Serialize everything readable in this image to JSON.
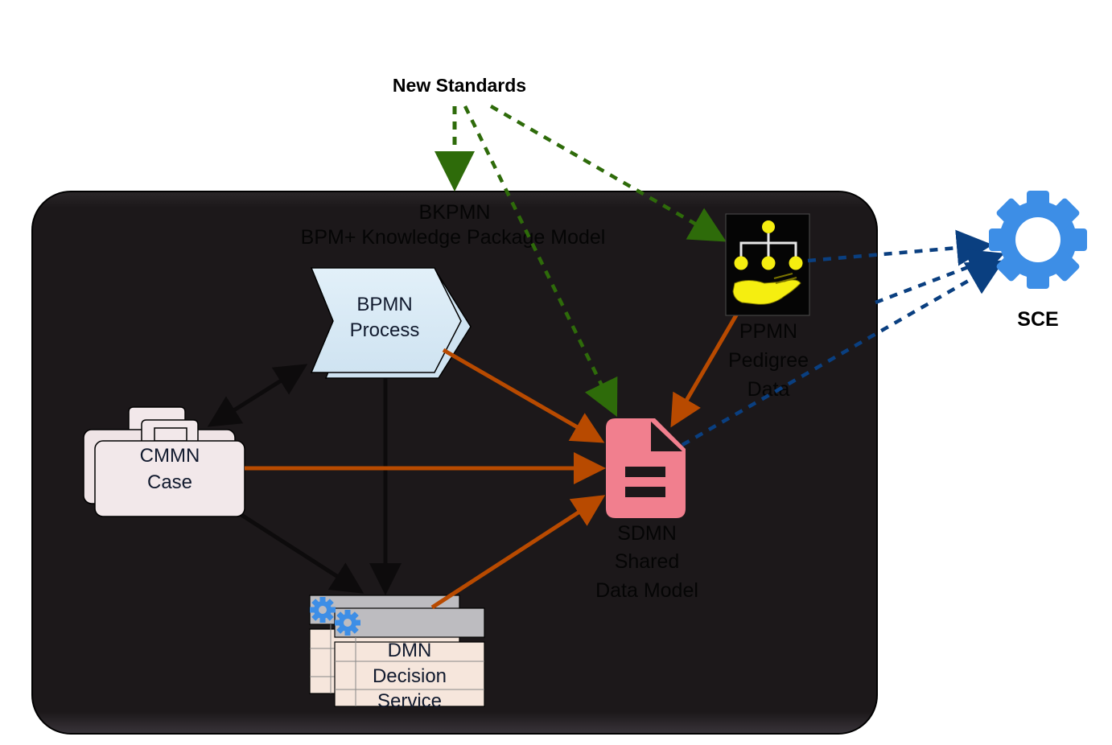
{
  "title": "New Standards",
  "container": {
    "name": "BKPMN",
    "subtitle": "BPM+ Knowledge Package Model"
  },
  "nodes": {
    "bpmn": {
      "line1": "BPMN",
      "line2": "Process",
      "icon": "process-chevron-icon"
    },
    "cmmn": {
      "line1": "CMMN",
      "line2": "Case",
      "icon": "briefcase-icon"
    },
    "dmn": {
      "line1": "DMN",
      "line2": "Decision",
      "line3": "Service",
      "icon": "decision-table-icon"
    },
    "sdmn": {
      "line1": "SDMN",
      "line2": "Shared",
      "line3": "Data Model",
      "icon": "document-icon"
    },
    "ppmn": {
      "line1": "PPMN",
      "line2": "Pedigree",
      "line3": "Data",
      "icon": "hierarchy-hand-icon"
    },
    "sce": {
      "label": "SCE",
      "icon": "gear-icon"
    }
  },
  "edges": [
    {
      "from": "New Standards",
      "to": "BKPMN",
      "style": "dashed",
      "color": "#2e6b0a"
    },
    {
      "from": "New Standards",
      "to": "SDMN",
      "style": "dashed",
      "color": "#2e6b0a"
    },
    {
      "from": "New Standards",
      "to": "PPMN",
      "style": "dashed",
      "color": "#2e6b0a"
    },
    {
      "from": "BPMN",
      "to": "SDMN",
      "style": "solid",
      "color": "#b84a00"
    },
    {
      "from": "CMMN",
      "to": "SDMN",
      "style": "solid",
      "color": "#b84a00"
    },
    {
      "from": "DMN",
      "to": "SDMN",
      "style": "solid",
      "color": "#b84a00"
    },
    {
      "from": "PPMN",
      "to": "SDMN",
      "style": "solid",
      "color": "#b84a00"
    },
    {
      "from": "CMMN",
      "to": "BPMN",
      "style": "solid-bidirectional",
      "color": "#0a0a0a"
    },
    {
      "from": "BPMN",
      "to": "DMN",
      "style": "solid",
      "color": "#0a0a0a"
    },
    {
      "from": "CMMN",
      "to": "DMN",
      "style": "solid",
      "color": "#0a0a0a"
    },
    {
      "from": "PPMN",
      "to": "SCE",
      "style": "dashed",
      "color": "#0a3f80"
    },
    {
      "from": "BKPMN",
      "to": "SCE",
      "style": "dashed",
      "color": "#0a3f80"
    },
    {
      "from": "SDMN",
      "to": "SCE",
      "style": "dashed",
      "color": "#0a3f80"
    }
  ],
  "colors": {
    "container_bg": "#1c181a",
    "bpmn_fill": "#d6e9f5",
    "cmmn_fill": "#f2e8ea",
    "dmn_header": "#bdbcc0",
    "dmn_body": "#f6e6dc",
    "sdmn_fill": "#f17f8e",
    "ppmn_yellow": "#f5ee10",
    "sce_blue": "#3d8ee6"
  }
}
